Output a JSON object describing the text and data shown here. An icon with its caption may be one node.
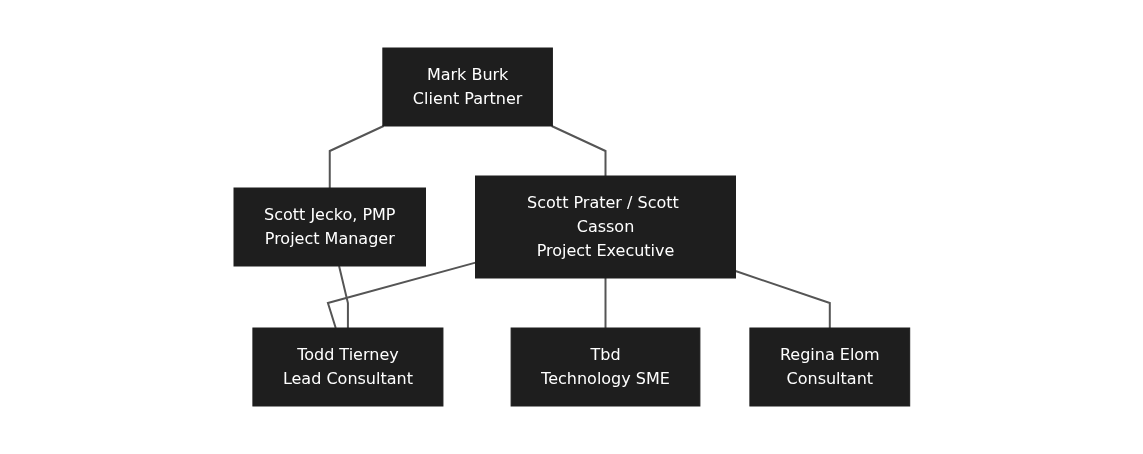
{
  "diagram": {
    "nodes": [
      {
        "text": [
          "Mark Burk",
          "Client Partner"
        ]
      },
      {
        "text": [
          "Scott Prater / Scott Casson",
          "Project Executive"
        ]
      },
      {
        "text": [
          "Scott Jecko, PMP",
          "Project Manager"
        ]
      },
      {
        "text": [
          "Todd Tierney",
          "Lead Consultant"
        ]
      },
      {
        "text": [
          "Tbd",
          "Technology SME"
        ]
      },
      {
        "text": [
          "Regina Elom",
          "Consultant"
        ]
      }
    ],
    "edges": [
      {
        "from": 0,
        "to": 1,
        "arrow": "none"
      },
      {
        "from": 0,
        "to": 2,
        "arrow": "none"
      },
      {
        "from": 1,
        "to": 3,
        "arrow": "none"
      },
      {
        "from": 1,
        "to": 4,
        "arrow": "none"
      },
      {
        "from": 1,
        "to": 5,
        "arrow": "none"
      },
      {
        "from": 2,
        "to": 3,
        "arrow": "none"
      }
    ]
  }
}
